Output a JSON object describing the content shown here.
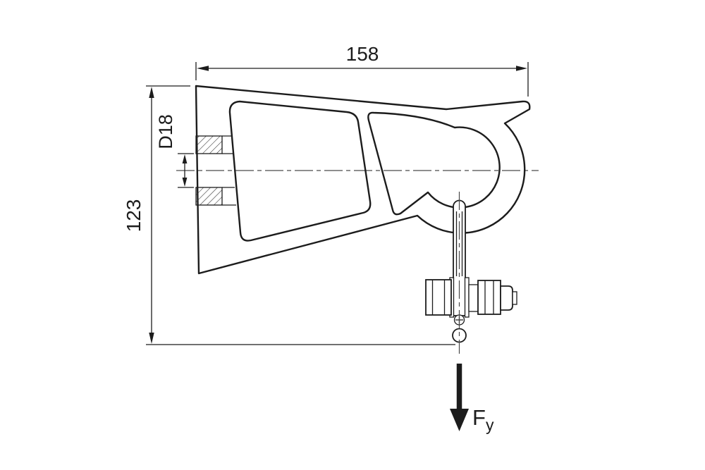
{
  "labels": {
    "width_dim": "158",
    "height_dim": "123",
    "bore_dim": "D18",
    "force_symbol": "F",
    "force_subscript": "y"
  },
  "colors": {
    "line": "#1c1c1c",
    "centerline": "#4a4a4a",
    "background": "#ffffff"
  }
}
